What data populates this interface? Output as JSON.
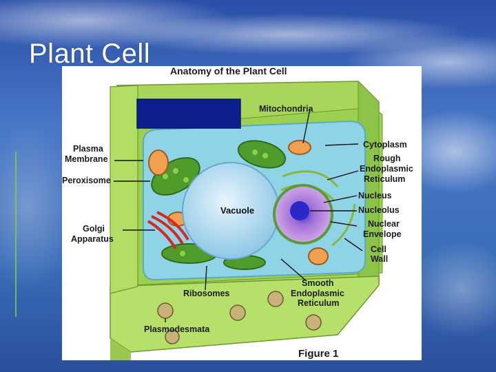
{
  "slide": {
    "title": "Plant Cell"
  },
  "figure": {
    "heading": "Anatomy of the Plant Cell",
    "caption": "Figure 1",
    "labels": {
      "mitochondria": "Mitochondria",
      "cytoplasm": "Cytoplasm",
      "plasma_membrane": [
        "Plasma",
        "Membrane"
      ],
      "rough_er": [
        "Rough",
        "Endoplasmic",
        "Reticulum"
      ],
      "peroxisome": "Peroxisome",
      "nucleus": "Nucleus",
      "nucleolus": "Nucleolus",
      "vacuole": "Vacuole",
      "golgi": [
        "Golgi",
        "Apparatus"
      ],
      "nuclear_envelope": [
        "Nuclear",
        "Envelope"
      ],
      "cell_wall": [
        "Cell",
        "Wall"
      ],
      "smooth_er": [
        "Smooth",
        "Endoplasmic",
        "Reticulum"
      ],
      "ribosomes": "Ribosomes",
      "plasmodesmata": "Plasmodesmata"
    }
  },
  "colors": {
    "cell_wall": "#a9d65a",
    "cytoplasm": "#8fd3e6",
    "vacuole": "#b9e0f2",
    "nucleus": "#c18bd6",
    "golgi": "#d8261f",
    "chloroplast": "#4f9b2c",
    "redaction_box": "#0c1f8c"
  }
}
